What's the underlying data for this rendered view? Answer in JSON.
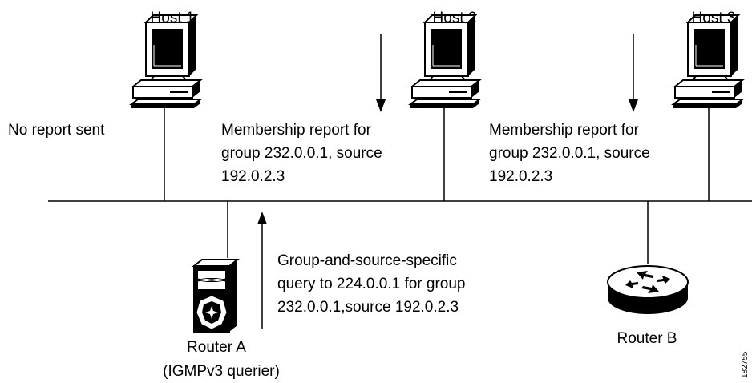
{
  "hosts": [
    {
      "label": "Host 1",
      "note_lines": [
        "No report sent"
      ]
    },
    {
      "label": "Host 2",
      "note_lines": [
        "Membership report for",
        "group 232.0.0.1, source",
        "192.0.2.3"
      ]
    },
    {
      "label": "Host 3",
      "note_lines": [
        "Membership report for",
        "group 232.0.0.1, source",
        "192.0.2.3"
      ]
    }
  ],
  "router_a": {
    "name": "Router A",
    "role": "(IGMPv3 querier)"
  },
  "router_b": {
    "name": "Router B"
  },
  "query": {
    "lines": [
      "Group-and-source-specific",
      "query to 224.0.0.1 for group",
      "232.0.0.1,source 192.0.2.3"
    ]
  },
  "figure_id": "182755"
}
